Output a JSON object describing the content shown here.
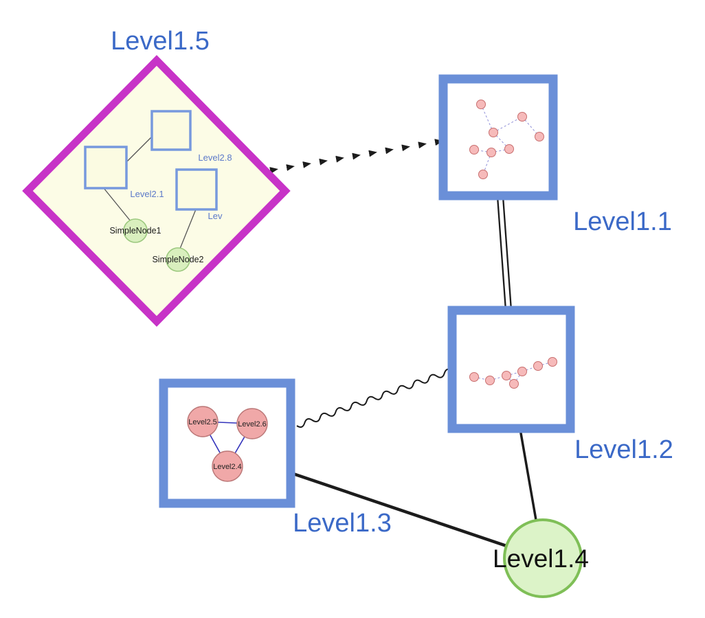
{
  "graph": {
    "groups": {
      "level1_5": {
        "label": "Level1.5",
        "shape": "diamond",
        "children": {
          "square_top": {
            "label": "Level2.8"
          },
          "square_left": {
            "label": "Level2.1"
          },
          "square_right": {
            "label": "Lev"
          },
          "simple_node_1": {
            "label": "SimpleNode1"
          },
          "simple_node_2": {
            "label": "SimpleNode2"
          }
        }
      },
      "level1_1": {
        "label": "Level1.1",
        "shape": "square-group"
      },
      "level1_2": {
        "label": "Level1.2",
        "shape": "square-group"
      },
      "level1_3": {
        "label": "Level1.3",
        "shape": "square-group",
        "children": {
          "node_a": {
            "label": "Level2.5"
          },
          "node_b": {
            "label": "Level2.6"
          },
          "node_c": {
            "label": "Level2.4"
          }
        }
      },
      "level1_4": {
        "label": "Level1.4",
        "shape": "circle"
      }
    },
    "edges": [
      {
        "from": "level1_5",
        "to": "level1_1",
        "style": "dashed-arrowheads"
      },
      {
        "from": "level1_1",
        "to": "level1_2",
        "style": "double-line"
      },
      {
        "from": "level1_3",
        "to": "level1_2",
        "style": "wavy"
      },
      {
        "from": "level1_3",
        "to": "level1_4",
        "style": "solid-thick"
      },
      {
        "from": "level1_2",
        "to": "level1_4",
        "style": "solid"
      }
    ],
    "colors": {
      "label_blue": "#3b69c7",
      "diamond_border": "#c733c7",
      "diamond_fill": "#fcfce6",
      "group_box_border": "#6a8fd8",
      "child_square_border": "#7799dd",
      "green_fill": "#dcf3c8",
      "green_border": "#7fbf57",
      "pink_fill": "#f2b3b3",
      "pink_border": "#c07070",
      "edge_black": "#1c1c1c",
      "mini_edge_blue": "#9090d8",
      "inner_triangle_blue": "#3333bb"
    }
  }
}
